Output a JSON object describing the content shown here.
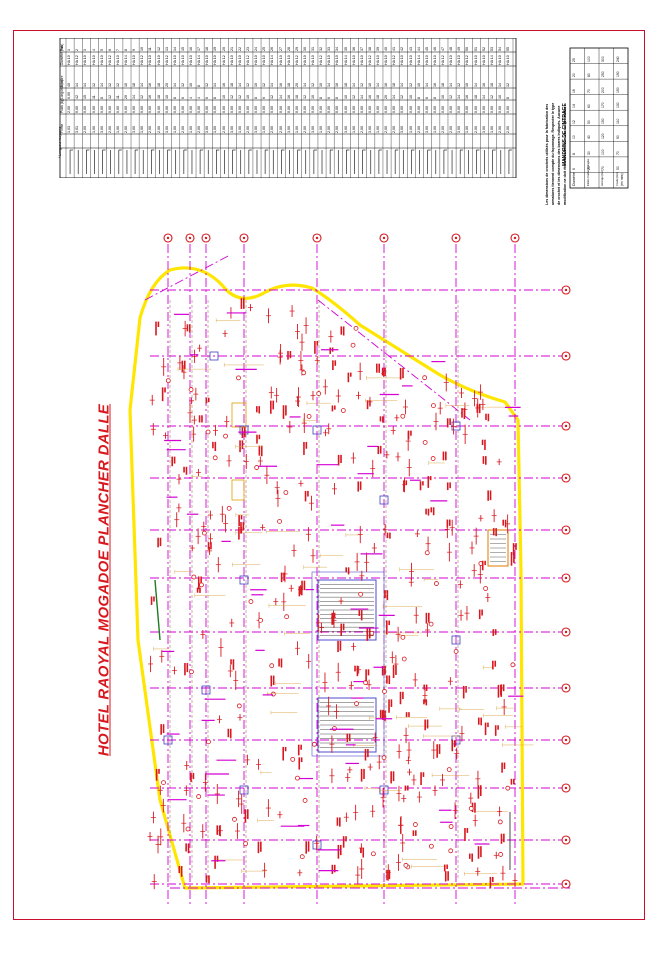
{
  "drawing": {
    "title": "HOTEL RAOYAL MOGADOE PLANCHER DALLE"
  },
  "schedule": {
    "headers": [
      "Pos",
      "Diamètre (mm)",
      "Nombre",
      "Longueur (m)",
      "Poids (kg)",
      "Forme"
    ],
    "rows": [
      [
        "1",
        "HA 10",
        "40",
        "0,00",
        "2,00",
        "1,03"
      ],
      [
        "2",
        "HA 12",
        "14",
        "42",
        "0,00",
        "3,01"
      ],
      [
        "3",
        "HA 10",
        "14",
        "15",
        "0,00",
        "2,00"
      ],
      [
        "4",
        "HA 10",
        "12",
        "11",
        "0,00",
        "1,00"
      ],
      [
        "5",
        "HA 10",
        "14",
        "8",
        "0,00",
        "3,00"
      ],
      [
        "6",
        "HA 12",
        "12",
        "12",
        "0,00",
        "2,00"
      ],
      [
        "7",
        "HA 10",
        "12",
        "11",
        "0,00",
        "1,00"
      ],
      [
        "8",
        "HA 14",
        "10",
        "20",
        "0,00",
        "2,00"
      ],
      [
        "9",
        "HA 10",
        "18",
        "14",
        "0,00",
        "3,00"
      ],
      [
        "10",
        "HA 12",
        "14",
        "12",
        "0,00",
        "1,00"
      ],
      [
        "11",
        "HA 10",
        "16",
        "16",
        "0,00",
        "2,00"
      ],
      [
        "12",
        "HA 10",
        "18",
        "18",
        "0,00",
        "2,00"
      ],
      [
        "13",
        "HA 12",
        "20",
        "10",
        "0,00",
        "3,00"
      ],
      [
        "14",
        "HA 10",
        "14",
        "8",
        "0,00",
        "1,00"
      ],
      [
        "15",
        "HA 10",
        "12",
        "6",
        "0,00",
        "2,00"
      ],
      [
        "16",
        "HA 10",
        "10",
        "4",
        "0,00",
        "1,00"
      ],
      [
        "17",
        "HA 14",
        "8",
        "4",
        "0,00",
        "2,00"
      ],
      [
        "18",
        "HA 10",
        "12",
        "6",
        "0,00",
        "3,00"
      ],
      [
        "19",
        "HA 10",
        "14",
        "8",
        "0,00",
        "1,00"
      ],
      [
        "20",
        "HA 12",
        "16",
        "10",
        "0,00",
        "2,00"
      ],
      [
        "21",
        "HA 10",
        "18",
        "12",
        "0,00",
        "3,00"
      ],
      [
        "22",
        "HA 10",
        "14",
        "12",
        "0,00",
        "1,00"
      ],
      [
        "23",
        "HA 12",
        "12",
        "10",
        "0,00",
        "2,00"
      ],
      [
        "24",
        "HA 10",
        "10",
        "8",
        "0,00",
        "3,00"
      ],
      [
        "25",
        "HA 10",
        "12",
        "6",
        "0,00",
        "1,00"
      ],
      [
        "26",
        "HA 14",
        "14",
        "12",
        "0,00",
        "2,00"
      ],
      [
        "27",
        "HA 10",
        "16",
        "14",
        "0,00",
        "2,00"
      ],
      [
        "28",
        "HA 10",
        "18",
        "16",
        "0,00",
        "3,00"
      ],
      [
        "29",
        "HA 12",
        "20",
        "18",
        "0,00",
        "1,00"
      ],
      [
        "30",
        "HA 10",
        "14",
        "12",
        "0,00",
        "2,00"
      ],
      [
        "31",
        "HA 10",
        "12",
        "10",
        "0,00",
        "3,00"
      ],
      [
        "32",
        "HA 12",
        "10",
        "8",
        "0,00",
        "1,00"
      ],
      [
        "33",
        "HA 10",
        "14",
        "6",
        "0,00",
        "2,00"
      ],
      [
        "34",
        "HA 10",
        "16",
        "8",
        "0,00",
        "2,00"
      ],
      [
        "35",
        "HA 14",
        "18",
        "10",
        "0,00",
        "3,00"
      ],
      [
        "36",
        "HA 10",
        "14",
        "12",
        "0,00",
        "1,00"
      ],
      [
        "37",
        "HA 10",
        "12",
        "14",
        "0,00",
        "2,00"
      ],
      [
        "38",
        "HA 12",
        "10",
        "16",
        "0,00",
        "3,00"
      ],
      [
        "39",
        "HA 10",
        "14",
        "18",
        "0,00",
        "1,00"
      ],
      [
        "40",
        "HA 10",
        "16",
        "20",
        "0,00",
        "2,00"
      ],
      [
        "41",
        "HA 12",
        "18",
        "14",
        "0,00",
        "2,00"
      ],
      [
        "42",
        "HA 10",
        "14",
        "12",
        "0,00",
        "3,00"
      ],
      [
        "43",
        "HA 10",
        "12",
        "10",
        "0,00",
        "1,00"
      ],
      [
        "44",
        "HA 14",
        "10",
        "8",
        "0,00",
        "2,00"
      ],
      [
        "45",
        "HA 10",
        "14",
        "6",
        "0,00",
        "3,00"
      ],
      [
        "46",
        "HA 10",
        "16",
        "8",
        "0,00",
        "1,00"
      ],
      [
        "47",
        "HA 12",
        "18",
        "10",
        "0,00",
        "2,00"
      ],
      [
        "48",
        "HA 10",
        "14",
        "12",
        "0,00",
        "2,00"
      ],
      [
        "49",
        "HA 10",
        "12",
        "14",
        "0,00",
        "3,00"
      ],
      [
        "50",
        "HA 12",
        "10",
        "16",
        "0,00",
        "1,00"
      ],
      [
        "51",
        "HA 10",
        "14",
        "18",
        "0,00",
        "2,00"
      ],
      [
        "52",
        "HA 10",
        "16",
        "14",
        "0,00",
        "3,00"
      ],
      [
        "53",
        "HA 14",
        "18",
        "12",
        "0,00",
        "1,00"
      ],
      [
        "54",
        "HA 10",
        "14",
        "10",
        "0,00",
        "2,00"
      ],
      [
        "55",
        "HA 10",
        "12",
        "8",
        "0,00",
        "2,00"
      ]
    ],
    "footer": "* Longueur moyenne"
  },
  "notes": {
    "lines": [
      "Les dimensions de crochets utilisés pour la fabrication des",
      "armatures tiennent compte du façonnage. Respecter le type",
      "de crochet et les dimensions des barres indiqués. Aucune",
      "modification ne doit être effectuée sans accord préalable."
    ]
  },
  "mandrins": {
    "title": "MANDRINS DE CINTRAGE",
    "headers": [
      "Diamètre",
      "6",
      "8",
      "10",
      "12",
      "14",
      "16",
      "20",
      "25"
    ],
    "rows": [
      [
        "Etriers Cadres Epingles",
        "20",
        "30",
        "40",
        "50",
        "60",
        "70",
        "80",
        "100"
      ],
      [
        "Ancrage (HA)",
        "70",
        "100",
        "120",
        "150",
        "170",
        "200",
        "250",
        "300"
      ],
      [
        "Coude (HA)",
        "50",
        "70",
        "90",
        "110",
        "130",
        "150",
        "190",
        "240"
      ]
    ],
    "footnote": "(en mm)"
  },
  "colors": {
    "frame": "#c8102e",
    "axis": "#d400d4",
    "slab_edge": "#ffe600",
    "rebar": "#d7191f",
    "dimension": "#d9a441",
    "text": "#000000"
  }
}
